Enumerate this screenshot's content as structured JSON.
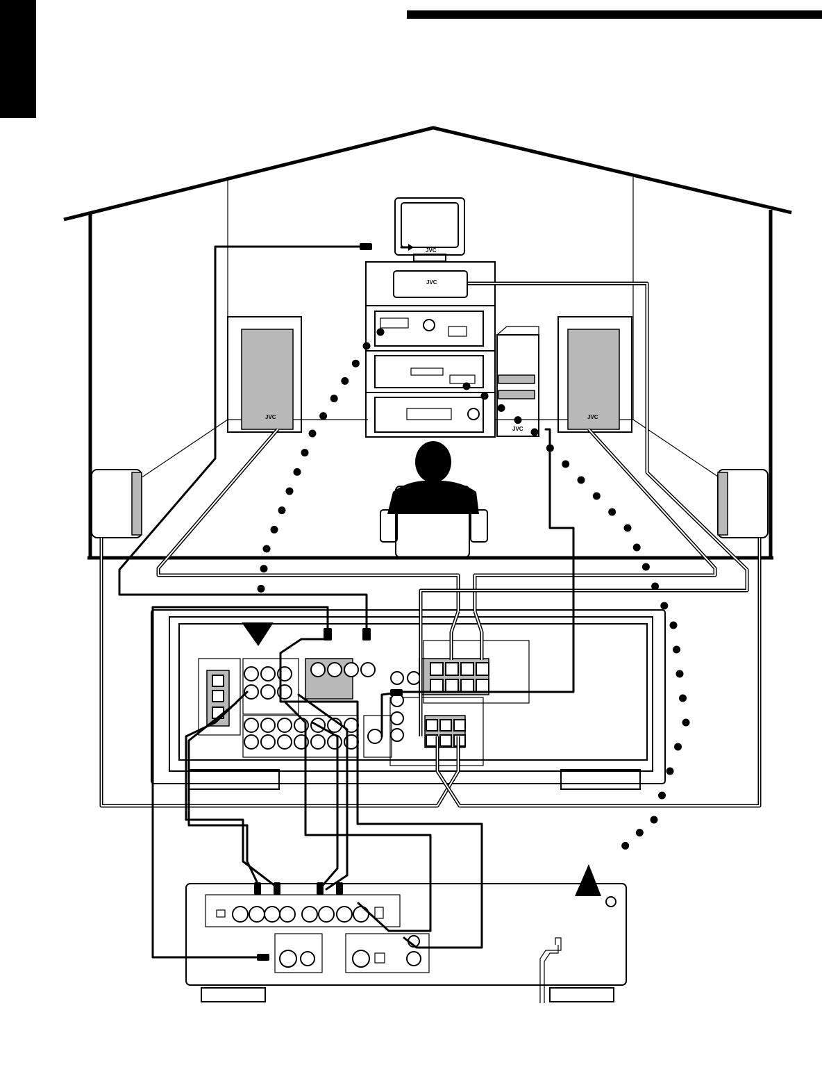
{
  "brand_text": "JVC",
  "colors": {
    "line": "#000000",
    "speaker_panel": "#b9b9b9",
    "background": "#ffffff"
  },
  "components": {
    "monitor": "tv-monitor",
    "rack": [
      "center-unit",
      "receiver-unit",
      "dvd-unit",
      "vcr-unit"
    ],
    "tower": "subwoofer-tower",
    "speakers": [
      "front-left",
      "front-right",
      "surround-left",
      "surround-right"
    ],
    "back_panels": [
      "amplifier-rear-panel",
      "decoder-rear-panel"
    ]
  },
  "dotted_paths": 2,
  "pointer_count": 2
}
